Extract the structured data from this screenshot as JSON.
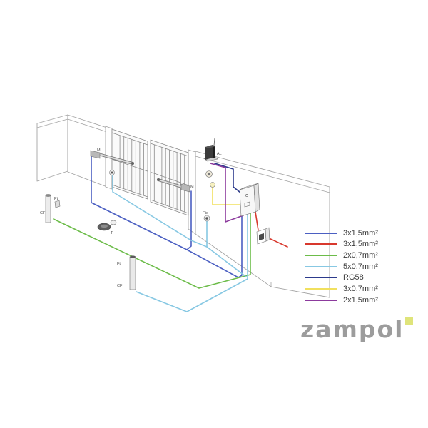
{
  "diagram": {
    "labels": {
      "motor_left": "M",
      "motor_right": "M",
      "flashing_lamp": "AL",
      "post_left_device": "Pt",
      "post_left": "CF",
      "post_mid_device": "Fti",
      "post_mid": "CF",
      "pillar_photocell": "Fte",
      "remote": "T"
    }
  },
  "legend": [
    {
      "label": "3x1,5mm²",
      "color": "#4b5fc2"
    },
    {
      "label": "3x1,5mm²",
      "color": "#d8382d"
    },
    {
      "label": "2x0,7mm²",
      "color": "#6cbc49"
    },
    {
      "label": "5x0,7mm²",
      "color": "#87c8e3"
    },
    {
      "label": "RG58",
      "color": "#2c3a8c"
    },
    {
      "label": "3x0,7mm²",
      "color": "#f1e05e"
    },
    {
      "label": "2x1,5mm²",
      "color": "#8c3a9d"
    }
  ],
  "logo": {
    "text": "zampol",
    "color": "#9c9c9c",
    "accent_color": "#dfe47a"
  }
}
